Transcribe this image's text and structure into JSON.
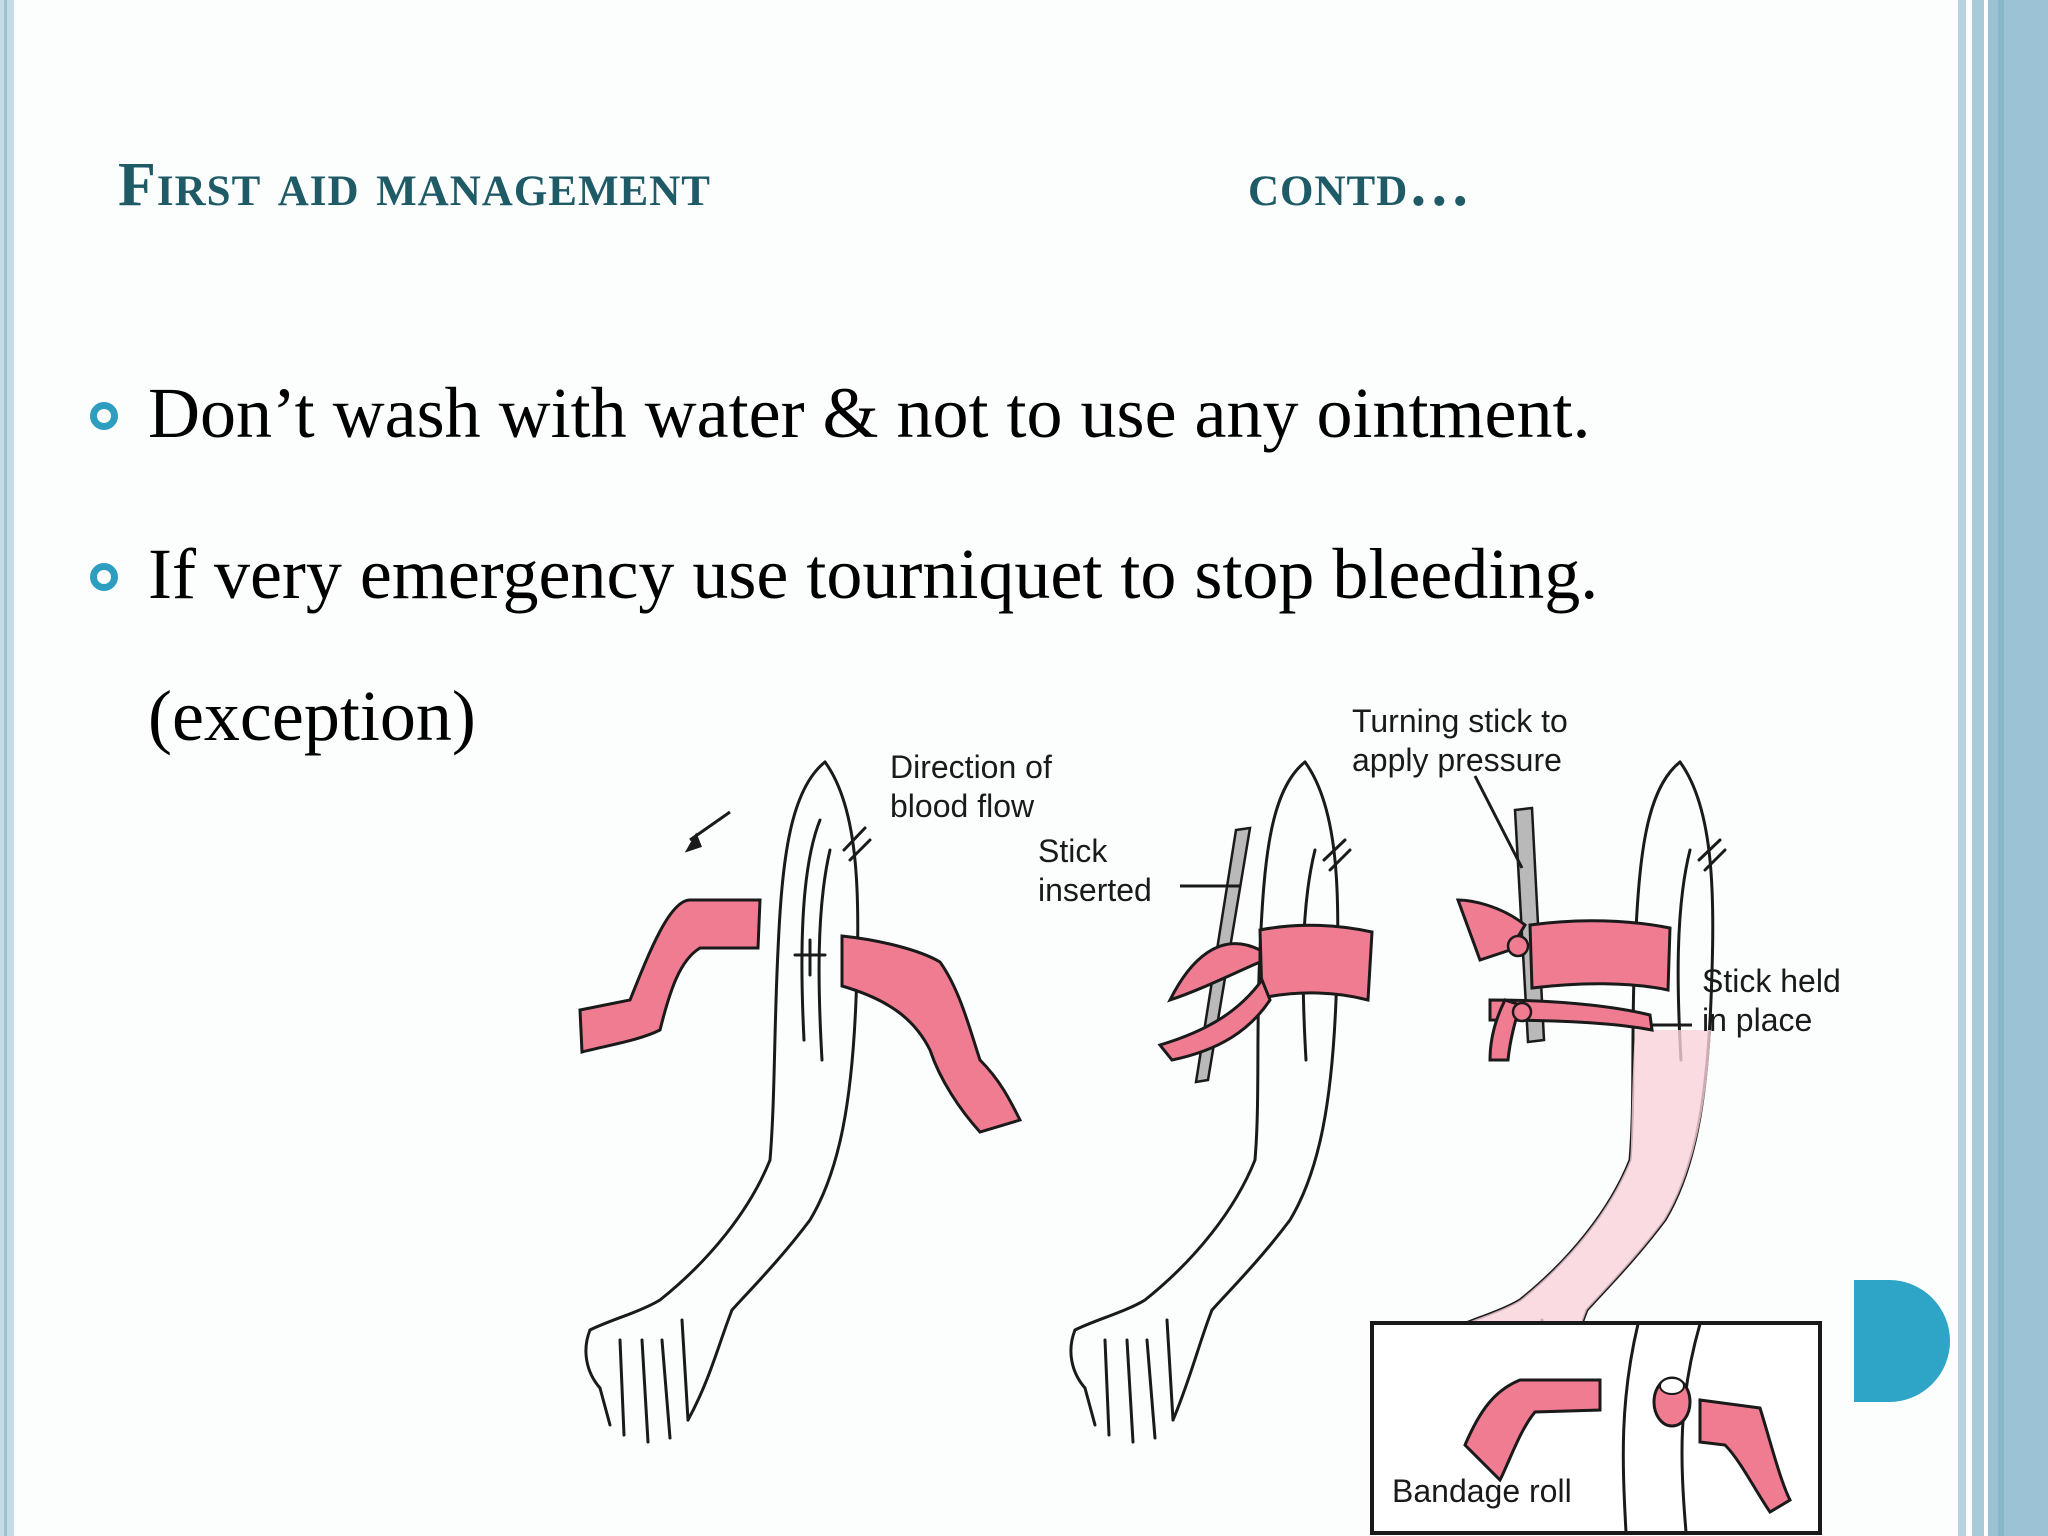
{
  "slide": {
    "title_main": "First  aid management",
    "title_contd": "contd…",
    "bullets": [
      "Don’t wash with water & not to use any ointment.",
      "If very emergency use tourniquet to stop bleeding."
    ],
    "bullet_continuation": "(exception)"
  },
  "figure": {
    "labels": {
      "direction_line1": "Direction of",
      "direction_line2": "blood flow",
      "stick_line1": "Stick",
      "stick_line2": "inserted",
      "turning_line1": "Turning stick to",
      "turning_line2": "apply pressure",
      "held_line1": "Stick held",
      "held_line2": "in place",
      "bandage_roll": "Bandage roll"
    }
  },
  "colors": {
    "title": "#1f5b66",
    "bullet_marker": "#2e9ec0",
    "bandage": "#f07c92",
    "frame": "#9cc3d5"
  }
}
